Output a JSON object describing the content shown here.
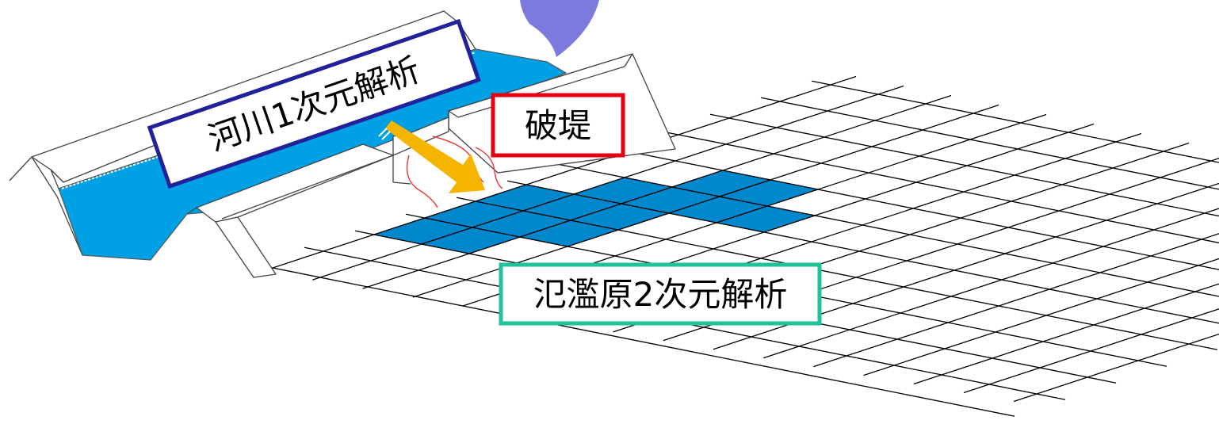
{
  "labels": {
    "river": "河川1次元解析",
    "breach": "破堤",
    "floodplain": "氾濫原2次元解析"
  },
  "colors": {
    "river_water": "#00a0e4",
    "flood_cells": "#0087cc",
    "arrow": "#f5b400",
    "callout": "#7d7ade",
    "river_label_border": "#23219a",
    "breach_label_border": "#e60012",
    "floodplain_label_border": "#1fc39a",
    "breach_line": "#e8413c"
  },
  "icons": {
    "flow_arrow": "arrow-icon",
    "callout": "speech-bubble-icon"
  }
}
